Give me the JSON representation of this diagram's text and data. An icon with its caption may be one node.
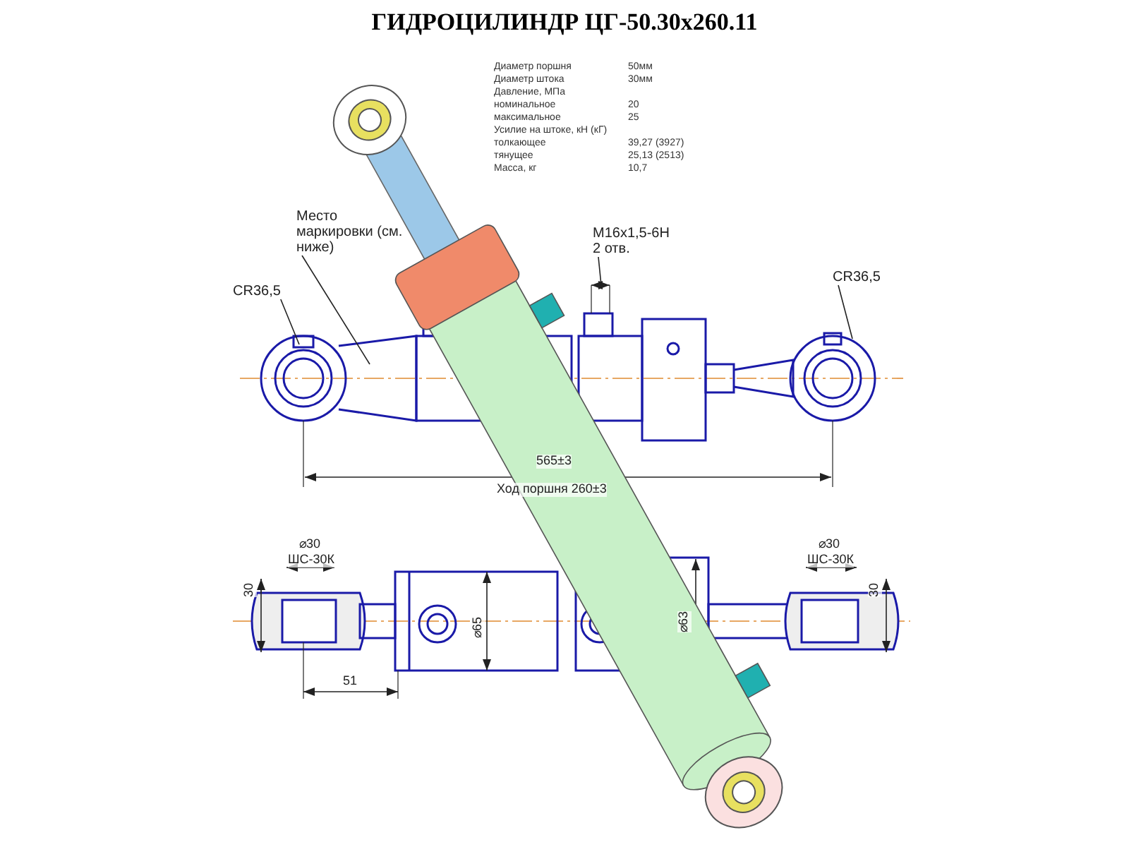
{
  "diagram": {
    "title": "ГИДРОЦИЛИНДР ЦГ-50.30х260.11",
    "nodes": [
      {
        "text": [
          "Место маркировки (см. ниже)"
        ]
      },
      {
        "text": [
          "M16x1,5-6H",
          "2 отв."
        ]
      },
      {
        "text": [
          "CR36,5"
        ]
      },
      {
        "text": [
          "CR36,5"
        ]
      }
    ],
    "edges": [
      {
        "from": 0,
        "to": null,
        "arrow": "none"
      },
      {
        "from": 1,
        "to": null,
        "arrow": "none"
      },
      {
        "from": 2,
        "to": null,
        "arrow": "none"
      },
      {
        "from": 3,
        "to": null,
        "arrow": "none"
      }
    ],
    "labels": [
      "Диаметр поршня",
      "50мм",
      "Диаметр штока",
      "30мм",
      "Давление, МПа",
      "номинальное",
      "20",
      "максимальное",
      "25",
      "Усилие на штоке, кН (кГ)",
      "толкающее",
      "39,27 (3927)",
      "тянущее",
      "25,13 (2513)",
      "Масса, кг",
      "10,7",
      "565±3",
      "Ход поршня 260±3",
      "⌀30",
      "ШС-30К",
      "30",
      "⌀65",
      "⌀63",
      "51",
      "⌀30",
      "ШС-30К",
      "30"
    ]
  }
}
